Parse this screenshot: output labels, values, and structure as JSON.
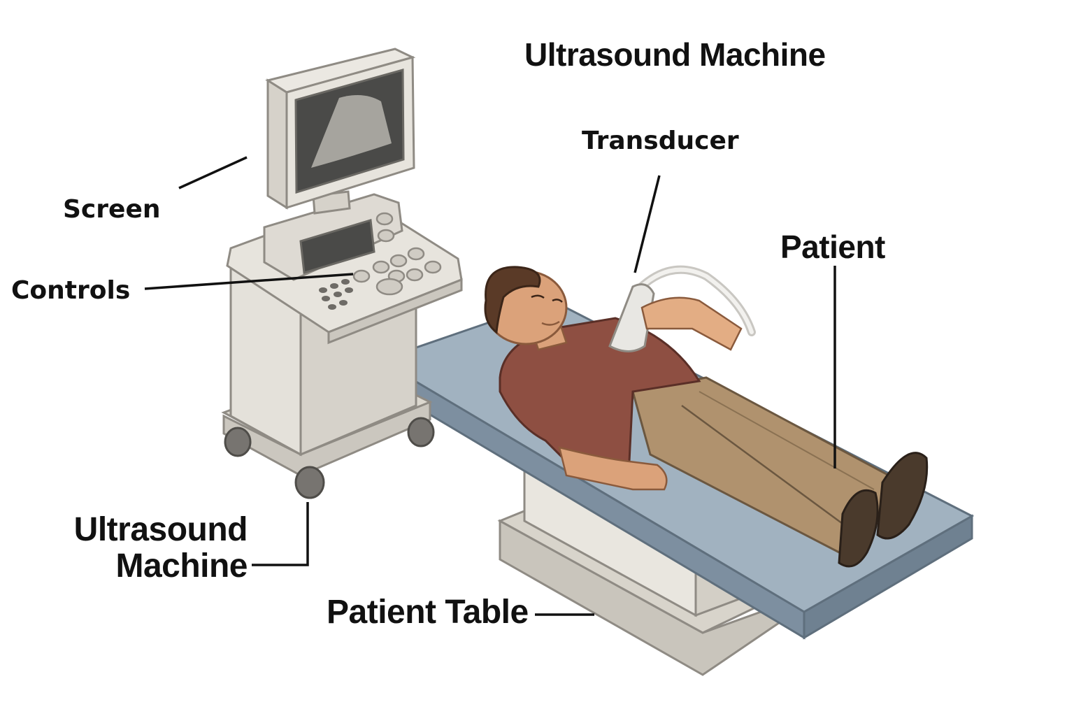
{
  "title": "Ultrasound Machine",
  "labels": {
    "transducer": "Transducer",
    "screen": "Screen",
    "controls": "Controls",
    "patient": "Patient",
    "machine_line1": "Ultrasound",
    "machine_line2": "Machine",
    "table": "Patient Table"
  },
  "colors": {
    "machine_body": "#e4e1da",
    "machine_shadow": "#cbc7bf",
    "outline": "#8f8b84",
    "monitor_screen": "#4a4a48",
    "scan_image": "#a6a49e",
    "table_top": "#9fb0be",
    "table_edge": "#7d8fa0",
    "table_base": "#dcd8cf",
    "shirt": "#8e4f42",
    "pants": "#b0926e",
    "skin": "#dba27a",
    "hair": "#5a3a27",
    "shoes": "#4a3a2c",
    "leader_line": "#111111"
  }
}
